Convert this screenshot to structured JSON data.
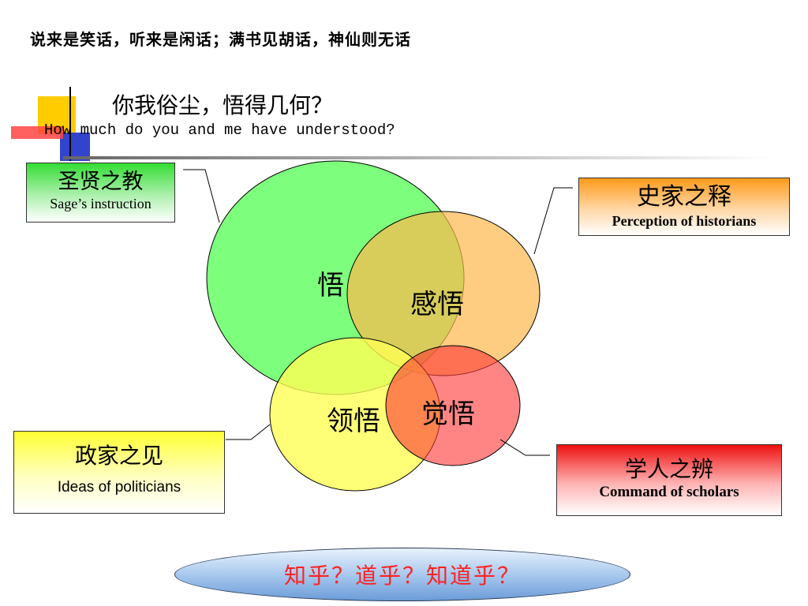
{
  "header": {
    "quote": "说来是笑话，听来是闲话；满书见胡话，神仙则无话",
    "title_cn": "你我俗尘，悟得几何？",
    "title_en": "How much do you and me have understood?"
  },
  "boxes": {
    "sage": {
      "cn": "圣贤之教",
      "en": "Sage’s instruction",
      "color": "#33dd33"
    },
    "historians": {
      "cn": "史家之释",
      "en": "Perception of historians",
      "color": "#ff9a1a"
    },
    "politicians": {
      "cn": "政家之见",
      "en": "Ideas of politicians",
      "color": "#ffff33"
    },
    "scholars": {
      "cn": "学人之辨",
      "en": "Command of scholars",
      "color": "#ee1111"
    }
  },
  "venn": {
    "labels": {
      "wu": "悟",
      "ganwu": "感悟",
      "lingwu": "领悟",
      "juewu": "觉悟"
    },
    "colors": {
      "green": "#66ff66",
      "orange": "#ffb84d",
      "yellow": "#ffff66",
      "red": "#ff4d4d"
    }
  },
  "footer": {
    "button_label": "知乎？道乎？知道乎？"
  }
}
